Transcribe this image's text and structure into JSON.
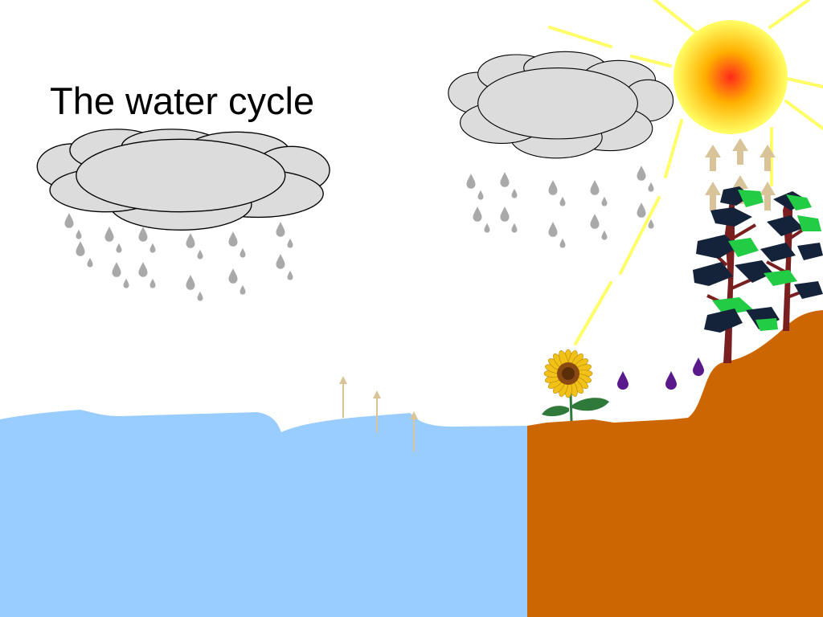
{
  "title": "The water cycle",
  "colors": {
    "sky": "#ffffff",
    "water": "#99ccff",
    "land": "#cc6600",
    "cloud_fill": "#dcdcdc",
    "cloud_outline": "#000000",
    "raindrop": "#a9a9a9",
    "sun_core": "#ff2a1a",
    "sun_mid": "#ffb000",
    "sun_edge": "#ffff66",
    "sun_ray": "#ffff66",
    "evaporation_arrow": "#d9c49a",
    "ground_drop": "#5a1a8c",
    "tree_trunk": "#7a1f1f",
    "tree_foliage_dark": "#14233a",
    "tree_foliage_green": "#22cc44",
    "sunflower_petal": "#f2c118",
    "sunflower_center": "#8a4a12",
    "sunflower_leaf": "#2f7a3a"
  },
  "icons": [
    "cloud-icon",
    "raindrop-icon",
    "sun-icon",
    "evaporation-arrow-icon",
    "tree-icon",
    "sunflower-icon",
    "ground-water-drop-icon"
  ],
  "elements": {
    "clouds": 2,
    "trees": 2,
    "sunflowers": 1,
    "evaporation_arrows_over_water": 3,
    "transpiration_arrows_over_trees": 6,
    "ground_water_drops": 3
  }
}
